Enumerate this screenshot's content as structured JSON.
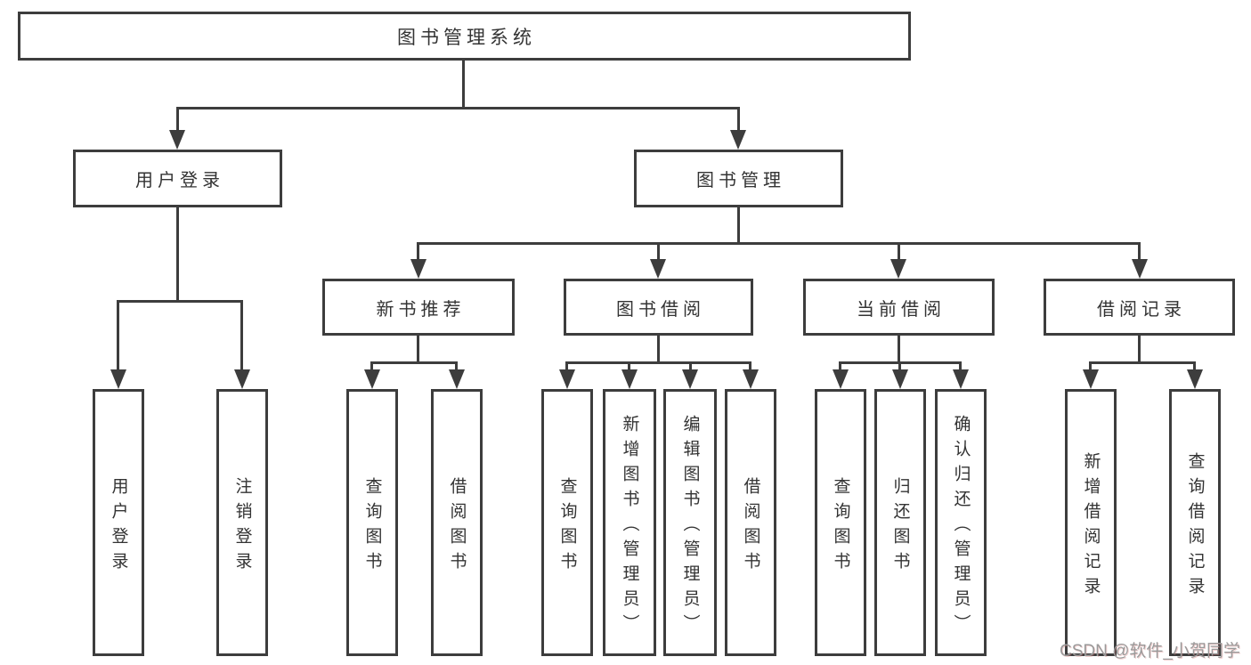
{
  "diagram_title": "图书管理系统",
  "colors": {
    "line": "#3d3d3d",
    "text": "#333333",
    "background": "#ffffff",
    "watermark_text_color": "#9a9a9a"
  },
  "watermark": "CSDN @软件_小贺同学",
  "nodes": {
    "root": "图书管理系统",
    "user_login": "用户登录",
    "book_mgmt": "图书管理",
    "new_book_rec": "新书推荐",
    "book_borrow": "图书借阅",
    "current_borrow": "当前借阅",
    "borrow_record": "借阅记录",
    "leaf_user_login": "用户登录",
    "leaf_logout": "注销登录",
    "leaf_rec_query": "查询图书",
    "leaf_rec_borrow": "借阅图书",
    "leaf_bb_query": "查询图书",
    "leaf_bb_add": "新增图书（管理员）",
    "leaf_bb_edit": "编辑图书（管理员）",
    "leaf_bb_borrow": "借阅图书",
    "leaf_cb_query": "查询图书",
    "leaf_cb_return": "归还图书",
    "leaf_cb_confirm": "确认归还（管理员）",
    "leaf_br_add": "新增借阅记录",
    "leaf_br_query": "查询借阅记录"
  },
  "hierarchy": {
    "图书管理系统": {
      "用户登录": [
        "用户登录",
        "注销登录"
      ],
      "图书管理": {
        "新书推荐": [
          "查询图书",
          "借阅图书"
        ],
        "图书借阅": [
          "查询图书",
          "新增图书（管理员）",
          "编辑图书（管理员）",
          "借阅图书"
        ],
        "当前借阅": [
          "查询图书",
          "归还图书",
          "确认归还（管理员）"
        ],
        "借阅记录": [
          "新增借阅记录",
          "查询借阅记录"
        ]
      }
    }
  }
}
